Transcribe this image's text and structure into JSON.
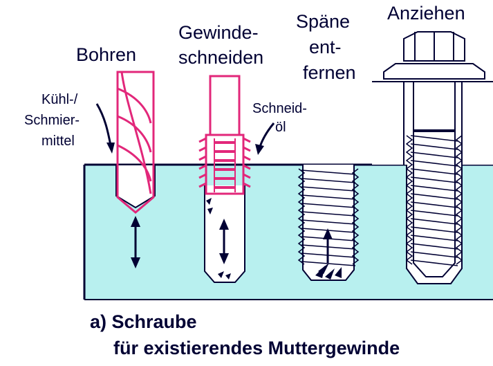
{
  "colors": {
    "workpiece": "#b8f0ef",
    "drill": "#e2277a",
    "outline": "#000033",
    "background": "#ffffff"
  },
  "steps": {
    "drilling": "Bohren",
    "tapping_line1": "Gewinde-",
    "tapping_line2": "schneiden",
    "chips_line1": "Späne",
    "chips_line2": "ent-",
    "chips_line3": "fernen",
    "tightening": "Anziehen"
  },
  "annotations": {
    "coolant_line1": "Kühl-/",
    "coolant_line2": "Schmier-",
    "coolant_line3": "mittel",
    "oil_line1": "Schneid-",
    "oil_line2": "öl"
  },
  "caption": {
    "line1": "a) Schraube",
    "line2": "für existierendes Muttergewinde"
  }
}
